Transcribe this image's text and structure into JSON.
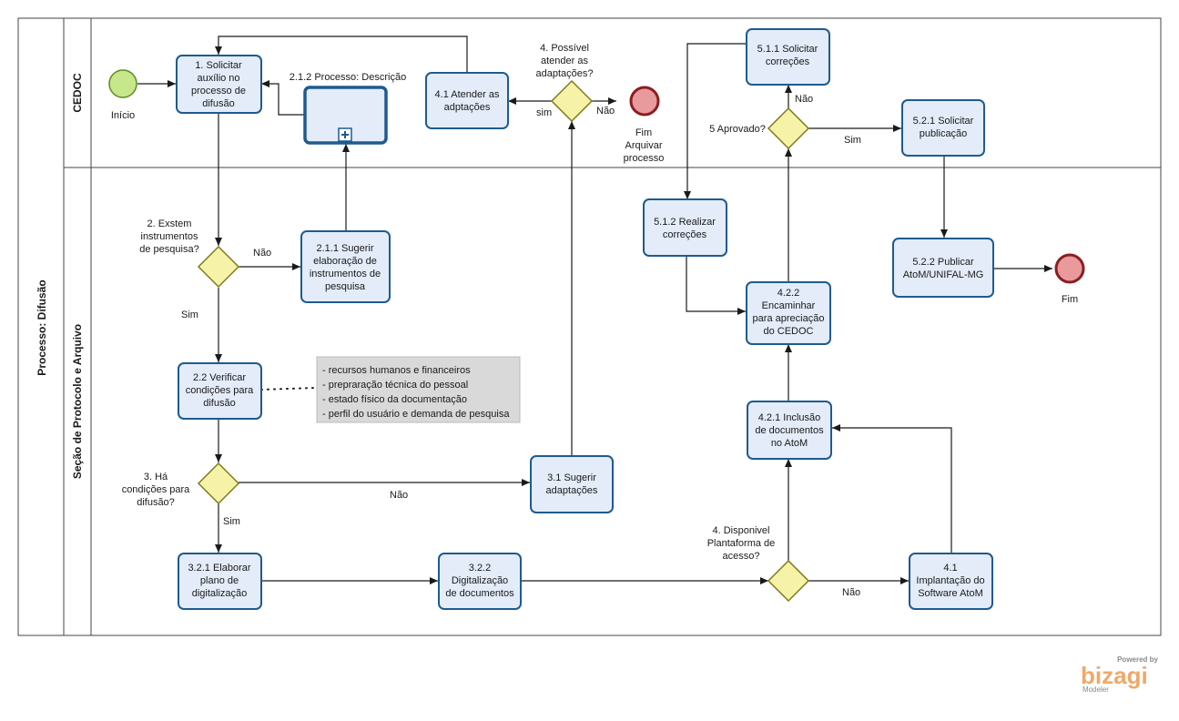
{
  "pool": {
    "title": "Processo: Difusão"
  },
  "lanes": {
    "cedoc": "CEDOC",
    "secao": "Seção de Protocolo e Arquivo"
  },
  "events": {
    "start": "Início",
    "end_arquivar": [
      "Fim",
      "Arquivar",
      "processo"
    ],
    "end_fim": "Fim"
  },
  "tasks": {
    "t1": [
      "1. Solicitar",
      "auxílio no",
      "processo de",
      "difusão"
    ],
    "t212": [
      "2.1.2 Processo: Descrição"
    ],
    "t41a": [
      "4.1 Atender as",
      "adptações"
    ],
    "t511": [
      "5.1.1 Solicitar",
      "correções"
    ],
    "t521": [
      "5.2.1 Solicitar",
      "publicação"
    ],
    "t512": [
      "5.1.2 Realizar",
      "correções"
    ],
    "t522": [
      "5.2.2 Publicar",
      "AtoM/UNIFAL-MG"
    ],
    "t211": [
      "2.1.1 Sugerir",
      "elaboração de",
      "instrumentos de",
      "pesquisa"
    ],
    "t422": [
      "4.2.2",
      "Encaminhar",
      "para apreciação",
      "do CEDOC"
    ],
    "t22": [
      "2.2 Verificar",
      "condições para",
      "difusão"
    ],
    "t421": [
      "4.2.1 Inclusão",
      "de documentos",
      "no AtoM"
    ],
    "t31": [
      "3.1 Sugerir",
      "adaptações"
    ],
    "t321": [
      "3.2.1 Elaborar",
      "plano de",
      "digitalização"
    ],
    "t322": [
      "3.2.2",
      "Digitalização",
      "de documentos"
    ],
    "t41b": [
      "4.1",
      "Implantação do",
      "Software AtoM"
    ]
  },
  "gateways": {
    "g2": [
      "2. Exstem",
      "instrumentos",
      "de pesquisa?"
    ],
    "g3": [
      "3. Há",
      "condições para",
      "difusão?"
    ],
    "g4": [
      "4. Possível",
      "atender as",
      "adaptações?"
    ],
    "g5": [
      "5 Aprovado?"
    ],
    "g4d": [
      "4. Disponivel",
      "Plantaforma de",
      "acesso?"
    ]
  },
  "flow_labels": {
    "nao1": "Não",
    "sim1": "Sim",
    "nao2": "Não",
    "sim2": "Sim",
    "sim3": "sim",
    "nao3": "Não",
    "nao4": "Não",
    "sim4": "Sim",
    "nao5": "Não"
  },
  "annotation": [
    "-  recursos humanos e financeiros",
    "- prepraração técnica do  pessoal",
    "- estado físico da documentação",
    "- perfil do usuário  e demanda de pesquisa"
  ],
  "brand": {
    "powered": "Powered by",
    "name": "bizagi",
    "sub": "Modeler"
  },
  "colors": {
    "task_fill": "#e3ecf8",
    "task_stroke": "#1e5b8f",
    "start": "#c7e88a",
    "end": "#e89a9c",
    "gateway": "#f6f3a8",
    "annotation": "#d9d9d9"
  }
}
